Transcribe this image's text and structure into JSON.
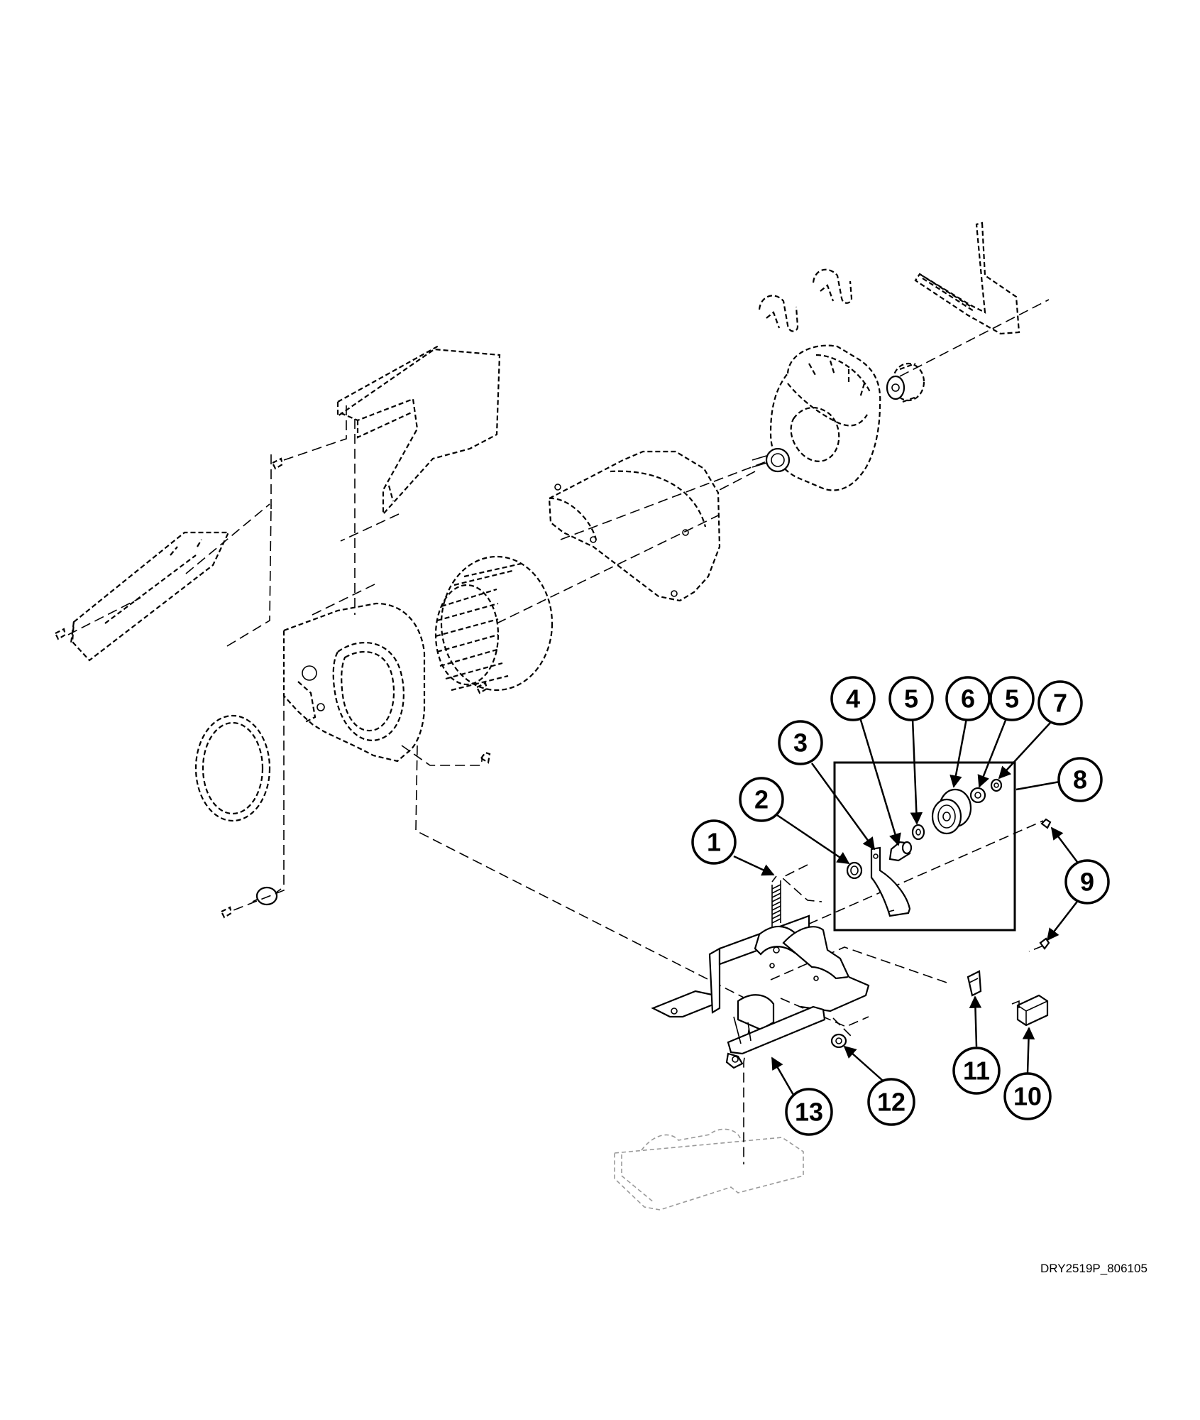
{
  "drawing_code": "DRY2519P_806105",
  "callouts": [
    "1",
    "2",
    "3",
    "4",
    "5",
    "6",
    "5",
    "7",
    "8",
    "9",
    "10",
    "11",
    "12",
    "13"
  ]
}
